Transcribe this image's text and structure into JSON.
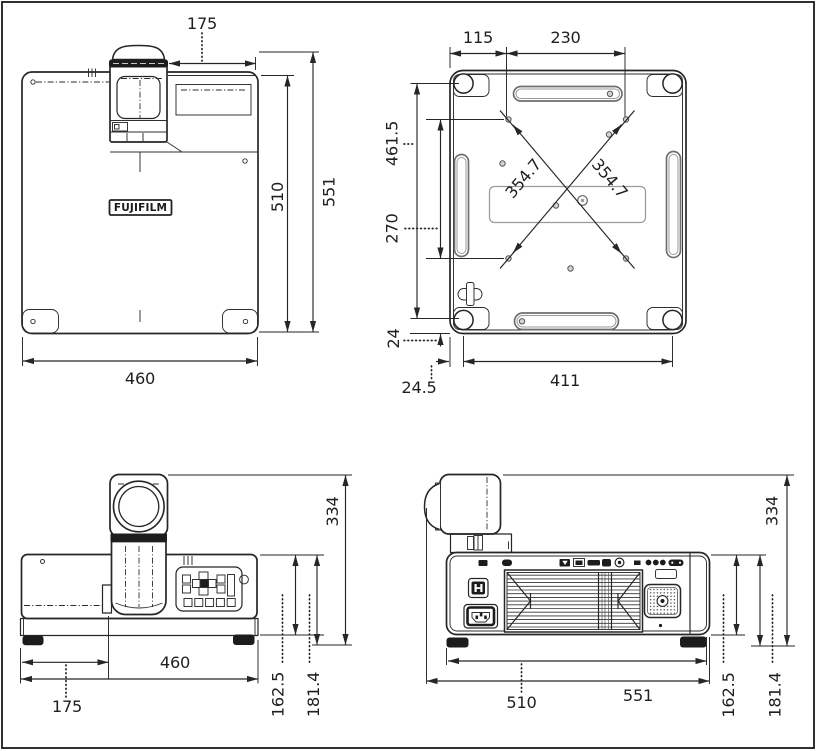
{
  "colors": {
    "ink": "#262626",
    "dark_fill": "#1c1c1c",
    "slot_gray": "#6f6f6f",
    "background": "#ffffff"
  },
  "logo": {
    "text": "FUJIFILM"
  },
  "views": {
    "top": {
      "label_175": "175",
      "label_510": "510",
      "label_551": "551",
      "label_460": "460"
    },
    "bottom": {
      "label_115": "115",
      "label_230": "230",
      "label_461_5": "461.5",
      "label_270": "270",
      "label_354_7_a": "354.7",
      "label_354_7_b": "354.7",
      "label_24": "24",
      "label_24_5": "24.5",
      "label_411": "411"
    },
    "front": {
      "label_334": "334",
      "label_460": "460",
      "label_175": "175",
      "label_162_5": "162.5",
      "label_181_4": "181.4"
    },
    "side": {
      "label_334": "334",
      "label_510": "510",
      "label_551": "551",
      "label_162_5": "162.5",
      "label_181_4": "181.4"
    }
  }
}
